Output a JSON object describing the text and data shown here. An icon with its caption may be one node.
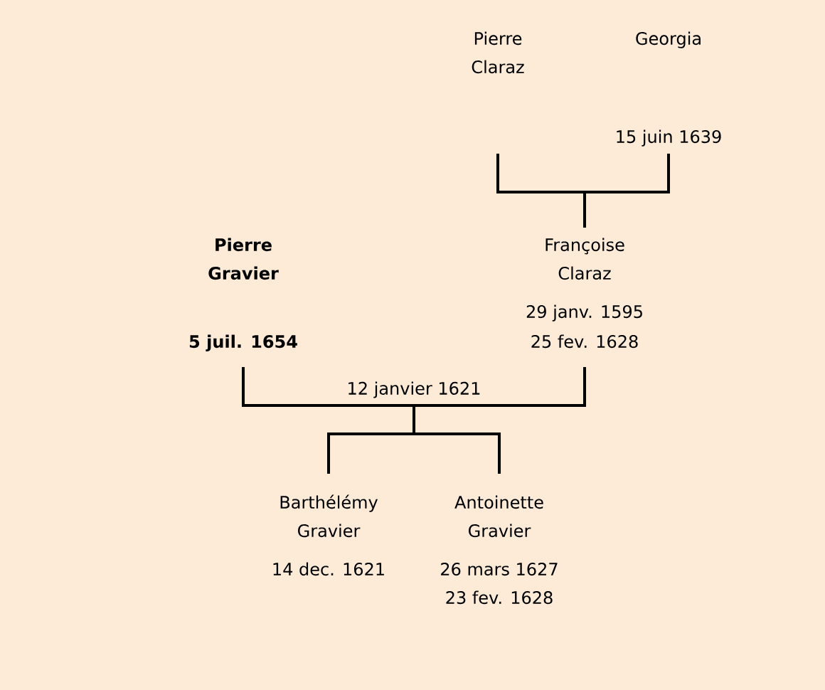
{
  "diagram": {
    "nodes": [
      {
        "text": [
          "Pierre Claraz"
        ]
      },
      {
        "text": [
          "Georgia",
          "15 juin 1639"
        ]
      },
      {
        "text": [
          "Pierre Gravier",
          "5 juil. 1654"
        ]
      },
      {
        "text": [
          "Françoise Claraz",
          "29 janv. 1595",
          "25 fev. 1628"
        ]
      },
      {
        "text": [
          "Barthélémy Gravier",
          "14 dec. 1621"
        ]
      },
      {
        "text": [
          "Antoinette Gravier",
          "26 mars 1627",
          "23 fev. 1628"
        ]
      }
    ],
    "edges": [
      {
        "from": 0,
        "to": 3,
        "arrow": "none"
      },
      {
        "from": 1,
        "to": 3,
        "arrow": "none"
      },
      {
        "from": 2,
        "to": 4,
        "arrow": "none"
      },
      {
        "from": 2,
        "to": 5,
        "arrow": "none"
      },
      {
        "from": 3,
        "to": 4,
        "arrow": "none"
      },
      {
        "from": 3,
        "to": 5,
        "arrow": "none"
      }
    ],
    "labels": [
      "12 janvier 1621"
    ]
  }
}
